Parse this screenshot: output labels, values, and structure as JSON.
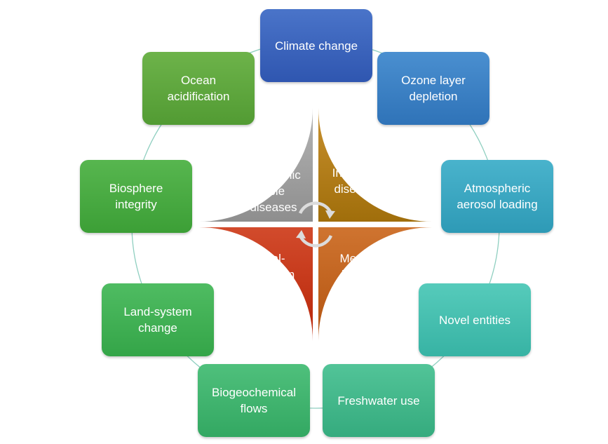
{
  "boundaries": [
    {
      "id": "climate-change",
      "label": "Climate change",
      "from": "#4a74c9",
      "to": "#2f56b0"
    },
    {
      "id": "ozone-layer-depletion",
      "label": "Ozone layer\ndepletion",
      "from": "#4a8fd0",
      "to": "#2f73b8"
    },
    {
      "id": "atmospheric-aerosol-loading",
      "label": "Atmospheric\naerosol loading",
      "from": "#49b3cc",
      "to": "#2e9ab6"
    },
    {
      "id": "novel-entities",
      "label": "Novel entities",
      "from": "#56cbbb",
      "to": "#37b3a4"
    },
    {
      "id": "freshwater-use",
      "label": "Freshwater use",
      "from": "#52c498",
      "to": "#35ab7e"
    },
    {
      "id": "biogeochemical-flows",
      "label": "Biogeochemical\nflows",
      "from": "#4fc07c",
      "to": "#33a862"
    },
    {
      "id": "land-system-change",
      "label": "Land-system\nchange",
      "from": "#4fbc62",
      "to": "#34a548"
    },
    {
      "id": "biosphere-integrity",
      "label": "Biosphere\nintegrity",
      "from": "#57b64f",
      "to": "#3c9f36"
    },
    {
      "id": "ocean-acidification",
      "label": "Ocean\nacidification",
      "from": "#6db34a",
      "to": "#529b33"
    }
  ],
  "health": [
    {
      "id": "non-communicable-diseases",
      "label": "Non-\ncommunic\nable\ndiseases",
      "from": "#b5b5b5",
      "to": "#8e8e8e"
    },
    {
      "id": "infectious-diseases",
      "label": "Infectious\ndiseases",
      "from": "#c9912e",
      "to": "#a06e0b"
    },
    {
      "id": "mental-health",
      "label": "Mental\nhealth",
      "from": "#cf7430",
      "to": "#b3530f"
    },
    {
      "id": "malnutrition",
      "label": "Mal-\nnutrition",
      "from": "#d24b2c",
      "to": "#b82508"
    }
  ],
  "colors": {
    "ring": "#8fcfc0",
    "arrow": "#dcdcdc",
    "gap": "#ffffff"
  }
}
